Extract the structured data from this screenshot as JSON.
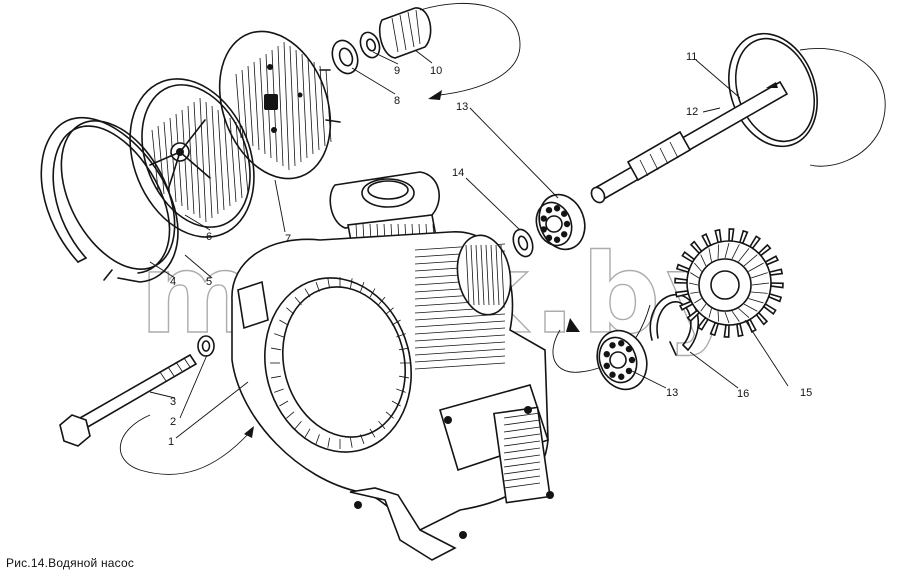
{
  "caption": "Рис.14.Водяной насос",
  "watermark": "mazik.by",
  "callouts": [
    {
      "part": "housing",
      "number": "1"
    },
    {
      "part": "washer",
      "number": "2"
    },
    {
      "part": "bolt",
      "number": "3"
    },
    {
      "part": "retaining-ring-large",
      "number": "4"
    },
    {
      "part": "seal-ring",
      "number": "5"
    },
    {
      "part": "impeller",
      "number": "6"
    },
    {
      "part": "cover-plate",
      "number": "7"
    },
    {
      "part": "washer-small",
      "number": "8"
    },
    {
      "part": "nut",
      "number": "9"
    },
    {
      "part": "sleeve",
      "number": "10"
    },
    {
      "part": "o-ring",
      "number": "11"
    },
    {
      "part": "shaft",
      "number": "12"
    },
    {
      "part": "bearing-upper",
      "number": "13"
    },
    {
      "part": "spacer-ring",
      "number": "14"
    },
    {
      "part": "gear",
      "number": "15"
    },
    {
      "part": "circlip",
      "number": "16"
    },
    {
      "part": "bearing-lower",
      "number": "13"
    }
  ]
}
